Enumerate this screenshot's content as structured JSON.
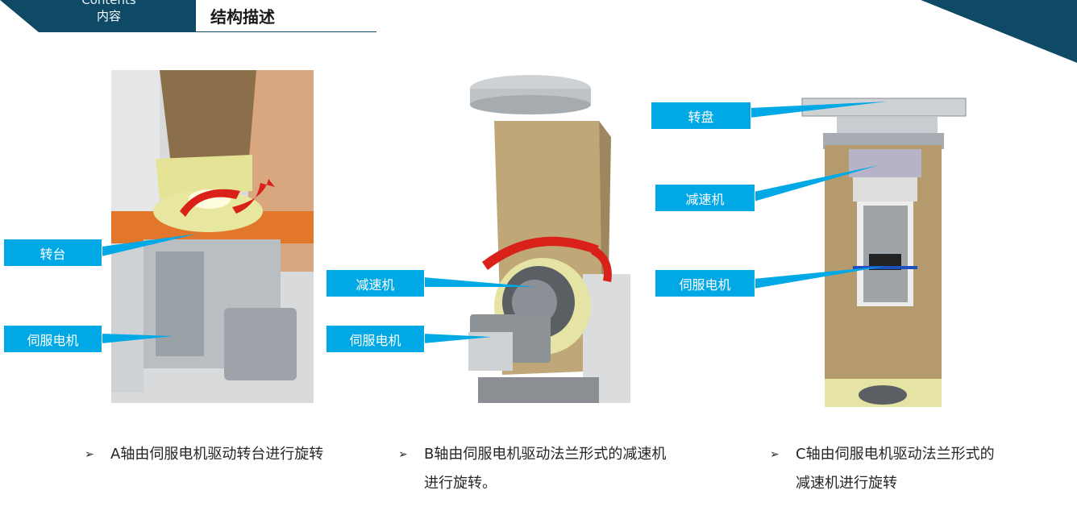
{
  "header": {
    "tab_en": "Contents",
    "tab_zh": "内容",
    "title": "结构描述"
  },
  "panels": {
    "a": {
      "labels": {
        "turntable": "转台",
        "servo": "伺服电机"
      }
    },
    "b": {
      "labels": {
        "reducer": "减速机",
        "servo": "伺服电机"
      }
    },
    "c": {
      "labels": {
        "disk": "转盘",
        "reducer": "减速机",
        "servo": "伺服电机"
      }
    }
  },
  "captions": [
    {
      "bullet": "➢",
      "lines": [
        "A轴由伺服电机驱动转台进行旋转"
      ]
    },
    {
      "bullet": "➢",
      "lines": [
        "B轴由伺服电机驱动法兰形式的减速机",
        "进行旋转。"
      ]
    },
    {
      "bullet": "➢",
      "lines": [
        "C轴由伺服电机驱动法兰形式的",
        "减速机进行旋转"
      ]
    }
  ],
  "colors": {
    "brand_dark": "#0e4a66",
    "callout": "#00a8e6",
    "arrow_red": "#d9211a"
  }
}
